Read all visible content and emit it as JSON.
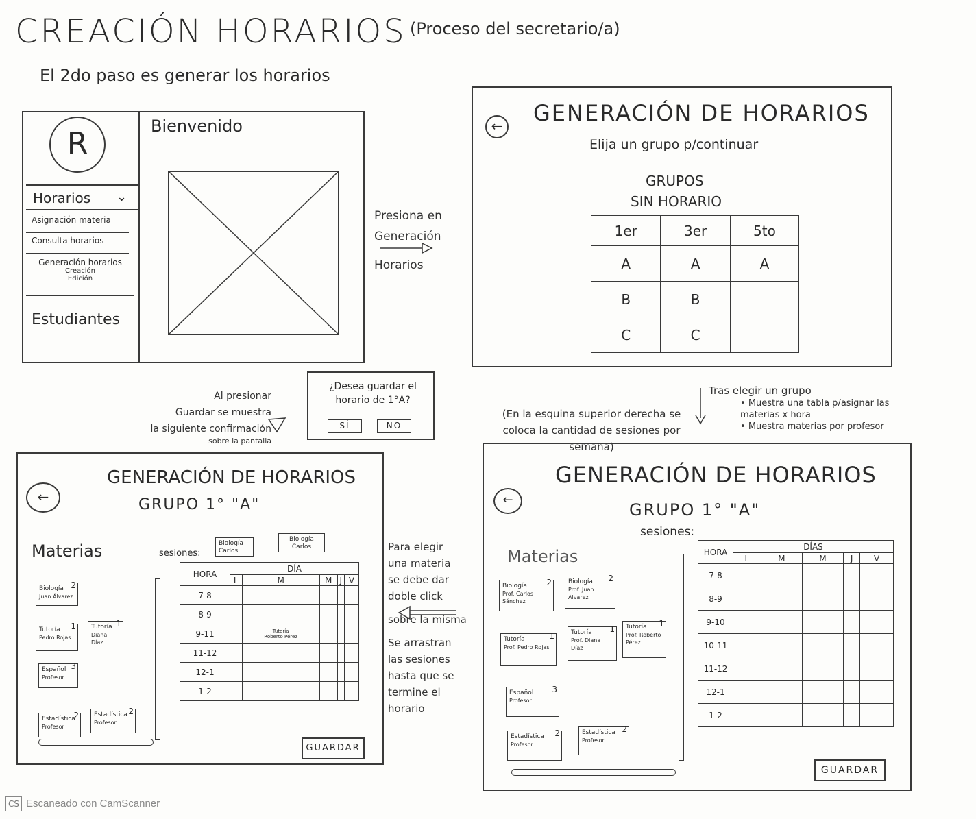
{
  "header": {
    "title": "CREACIÓN HORARIOS",
    "subtitle": "(Proceso del secretario/a)",
    "step": "El 2do paso es generar los horarios"
  },
  "screen1": {
    "avatar": "R",
    "welcome": "Bienvenido",
    "menu_title": "Horarios",
    "items": [
      "Asignación materia",
      "Consulta horarios",
      "Generación horarios"
    ],
    "sub_items": [
      "Creación",
      "Edición"
    ],
    "students": "Estudiantes"
  },
  "note1": {
    "lines": [
      "Presiona en",
      "Generación",
      "Horarios"
    ]
  },
  "screen2": {
    "title": "GENERACIÓN DE HORARIOS",
    "instruction": "Elija un grupo p/continuar",
    "groups_label": "GRUPOS",
    "groups_sub": "SIN HORARIO",
    "columns": [
      "1er",
      "3er",
      "5to"
    ],
    "rows": [
      [
        "A",
        "A",
        "A"
      ],
      [
        "B",
        "B",
        ""
      ],
      [
        "C",
        "C",
        ""
      ]
    ]
  },
  "note2": {
    "lines": [
      "Al presionar",
      "Guardar se muestra",
      "la siguiente confirmación",
      "sobre la pantalla"
    ]
  },
  "dialog": {
    "question": "¿Desea guardar el horario de 1°A?",
    "yes": "SÍ",
    "no": "NO"
  },
  "note3": {
    "heading": "Tras elegir un grupo",
    "bullets": [
      "Muestra una tabla p/asignar las materias x hora",
      "Muestra materias por profesor"
    ],
    "side": "(En la esquina superior derecha se coloca la cantidad de sesiones por semana)"
  },
  "screen3": {
    "title": "GENERACIÓN DE HORARIOS",
    "group": "GRUPO 1° \"A\"",
    "materias": "Materias",
    "sesiones_label": "sesiones:",
    "session_cards": [
      {
        "subject": "Biología",
        "name": "Carlos"
      },
      {
        "subject": "Biología",
        "name": "Carlos"
      }
    ],
    "cards": [
      {
        "subject": "Biología",
        "name": "Juan Álvarez",
        "count": "2"
      },
      {
        "subject": "Tutoría",
        "name": "Pedro Rojas",
        "count": "1"
      },
      {
        "subject": "Tutoría",
        "name": "Diana Díaz",
        "count": "1"
      },
      {
        "subject": "Español",
        "name": "Profesor",
        "count": "3"
      },
      {
        "subject": "Estadística",
        "name": "Profesor",
        "count": "2"
      },
      {
        "subject": "Estadística",
        "name": "Profesor",
        "count": "2"
      }
    ],
    "hora_label": "HORA",
    "dia_label": "DÍA",
    "days": [
      "L",
      "M",
      "M",
      "J",
      "V"
    ],
    "hours": [
      "7-8",
      "8-9",
      "9-11",
      "11-12",
      "12-1",
      "1-2"
    ],
    "placed": {
      "subject": "Tutoría",
      "name": "Roberto Pérez"
    },
    "save": "GUARDAR"
  },
  "note4": {
    "lines": [
      "Para elegir",
      "una materia",
      "se debe dar",
      "doble click",
      "sobre la misma",
      "Se arrastran",
      "las sesiones",
      "hasta que se",
      "termine el",
      "horario"
    ]
  },
  "screen4": {
    "title": "GENERACIÓN DE HORARIOS",
    "group": "GRUPO 1° \"A\"",
    "sesiones_label": "sesiones:",
    "materias": "Materias",
    "cards": [
      {
        "subject": "Biología",
        "name": "Prof. Carlos Sánchez",
        "count": "2"
      },
      {
        "subject": "Biología",
        "name": "Prof. Juan Álvarez",
        "count": "2"
      },
      {
        "subject": "Tutoría",
        "name": "Prof. Pedro Rojas",
        "count": "1"
      },
      {
        "subject": "Tutoría",
        "name": "Prof. Diana Díaz",
        "count": "1"
      },
      {
        "subject": "Tutoría",
        "name": "Prof. Roberto Pérez",
        "count": "1"
      },
      {
        "subject": "Español",
        "name": "Profesor",
        "count": "3"
      },
      {
        "subject": "Estadística",
        "name": "Profesor",
        "count": "2"
      },
      {
        "subject": "Estadística",
        "name": "Profesor",
        "count": "2"
      }
    ],
    "hora_label": "HORA",
    "dias_label": "DÍAS",
    "days": [
      "L",
      "M",
      "M",
      "J",
      "V"
    ],
    "hours": [
      "7-8",
      "8-9",
      "9-10",
      "10-11",
      "11-12",
      "12-1",
      "1-2"
    ],
    "save": "GUARDAR"
  },
  "watermark": {
    "logo": "CS",
    "text": "Escaneado con CamScanner"
  }
}
